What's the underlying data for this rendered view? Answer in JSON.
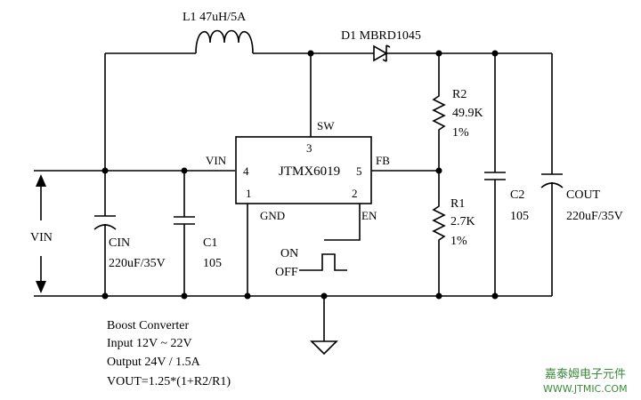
{
  "inductor": {
    "ref": "L1",
    "value": "47uH/5A"
  },
  "diode": {
    "ref": "D1",
    "value": "MBRD1045"
  },
  "ic": {
    "name": "JTMX6019",
    "pins": {
      "sw_num": "3",
      "vin_num": "4",
      "gnd_num": "1",
      "fb_num": "5",
      "en_num": "2"
    },
    "labels": {
      "sw": "SW",
      "vin": "VIN",
      "gnd": "GND",
      "fb": "FB",
      "en": "EN"
    }
  },
  "r2": {
    "ref": "R2",
    "value": "49.9K",
    "tol": "1%"
  },
  "r1": {
    "ref": "R1",
    "value": "2.7K",
    "tol": "1%"
  },
  "c2": {
    "ref": "C2",
    "value": "105"
  },
  "cout": {
    "ref": "COUT",
    "value": "220uF/35V"
  },
  "c1": {
    "ref": "C1",
    "value": "105"
  },
  "cin": {
    "ref": "CIN",
    "value": "220uF/35V"
  },
  "input_label": "VIN",
  "enable": {
    "on": "ON",
    "off": "OFF"
  },
  "notes": {
    "line1": "Boost Converter",
    "line2": "Input 12V ~ 22V",
    "line3": "Output 24V / 1.5A",
    "line4": "VOUT=1.25*(1+R2/R1)"
  },
  "watermark": {
    "company": "嘉泰姆电子元件",
    "url": "WWW.JTMIC.COM"
  }
}
